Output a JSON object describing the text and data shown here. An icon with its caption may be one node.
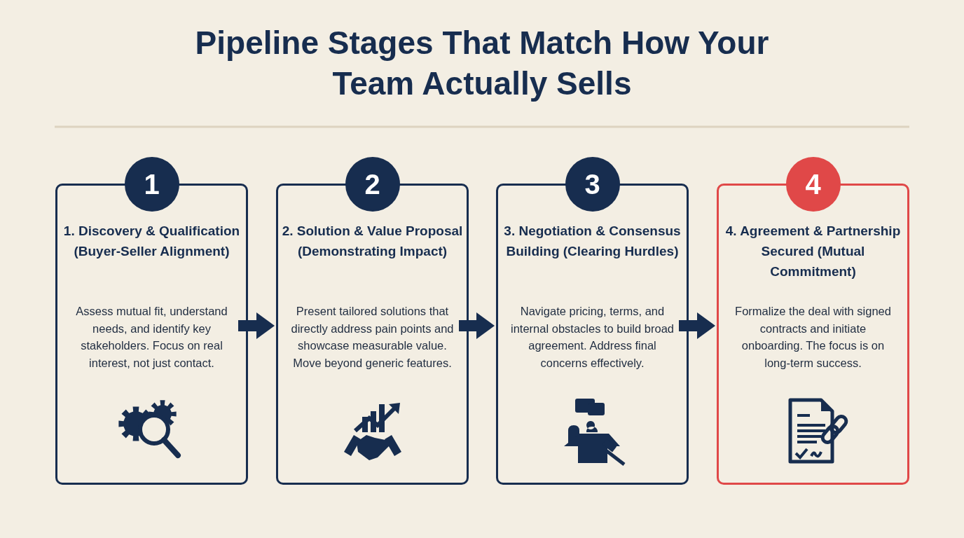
{
  "diagram": {
    "title": "Pipeline Stages That Match How Your Team Actually Sells",
    "nodes": [
      {
        "text": [
          "1"
        ]
      },
      {
        "text": [
          "1. Discovery & Qualification (Buyer-Seller Alignment)",
          "Assess mutual fit, understand needs, and identify key stakeholders. Focus on real interest, not just contact."
        ]
      },
      {
        "text": [
          "2"
        ]
      },
      {
        "text": [
          "2. Solution & Value Proposal (Demonstrating Impact)",
          "Present tailored solutions that directly address pain points and showcase measurable value. Move beyond generic features."
        ]
      },
      {
        "text": [
          "3"
        ]
      },
      {
        "text": [
          "3. Negotiation & Consensus Building (Clearing Hurdles)",
          "Navigate pricing, terms, and internal obstacles to build broad agreement. Address final concerns effectively."
        ]
      },
      {
        "text": [
          "4"
        ]
      },
      {
        "text": [
          "4. Agreement & Partnership Secured (Mutual Commitment)",
          "Formalize the deal with signed contracts and initiate onboarding. The focus is on long-term success."
        ]
      }
    ],
    "edges": [
      {
        "from": 1,
        "to": 3,
        "arrow": "to"
      },
      {
        "from": 3,
        "to": 5,
        "arrow": "to"
      },
      {
        "from": 5,
        "to": 7,
        "arrow": "to"
      }
    ]
  }
}
